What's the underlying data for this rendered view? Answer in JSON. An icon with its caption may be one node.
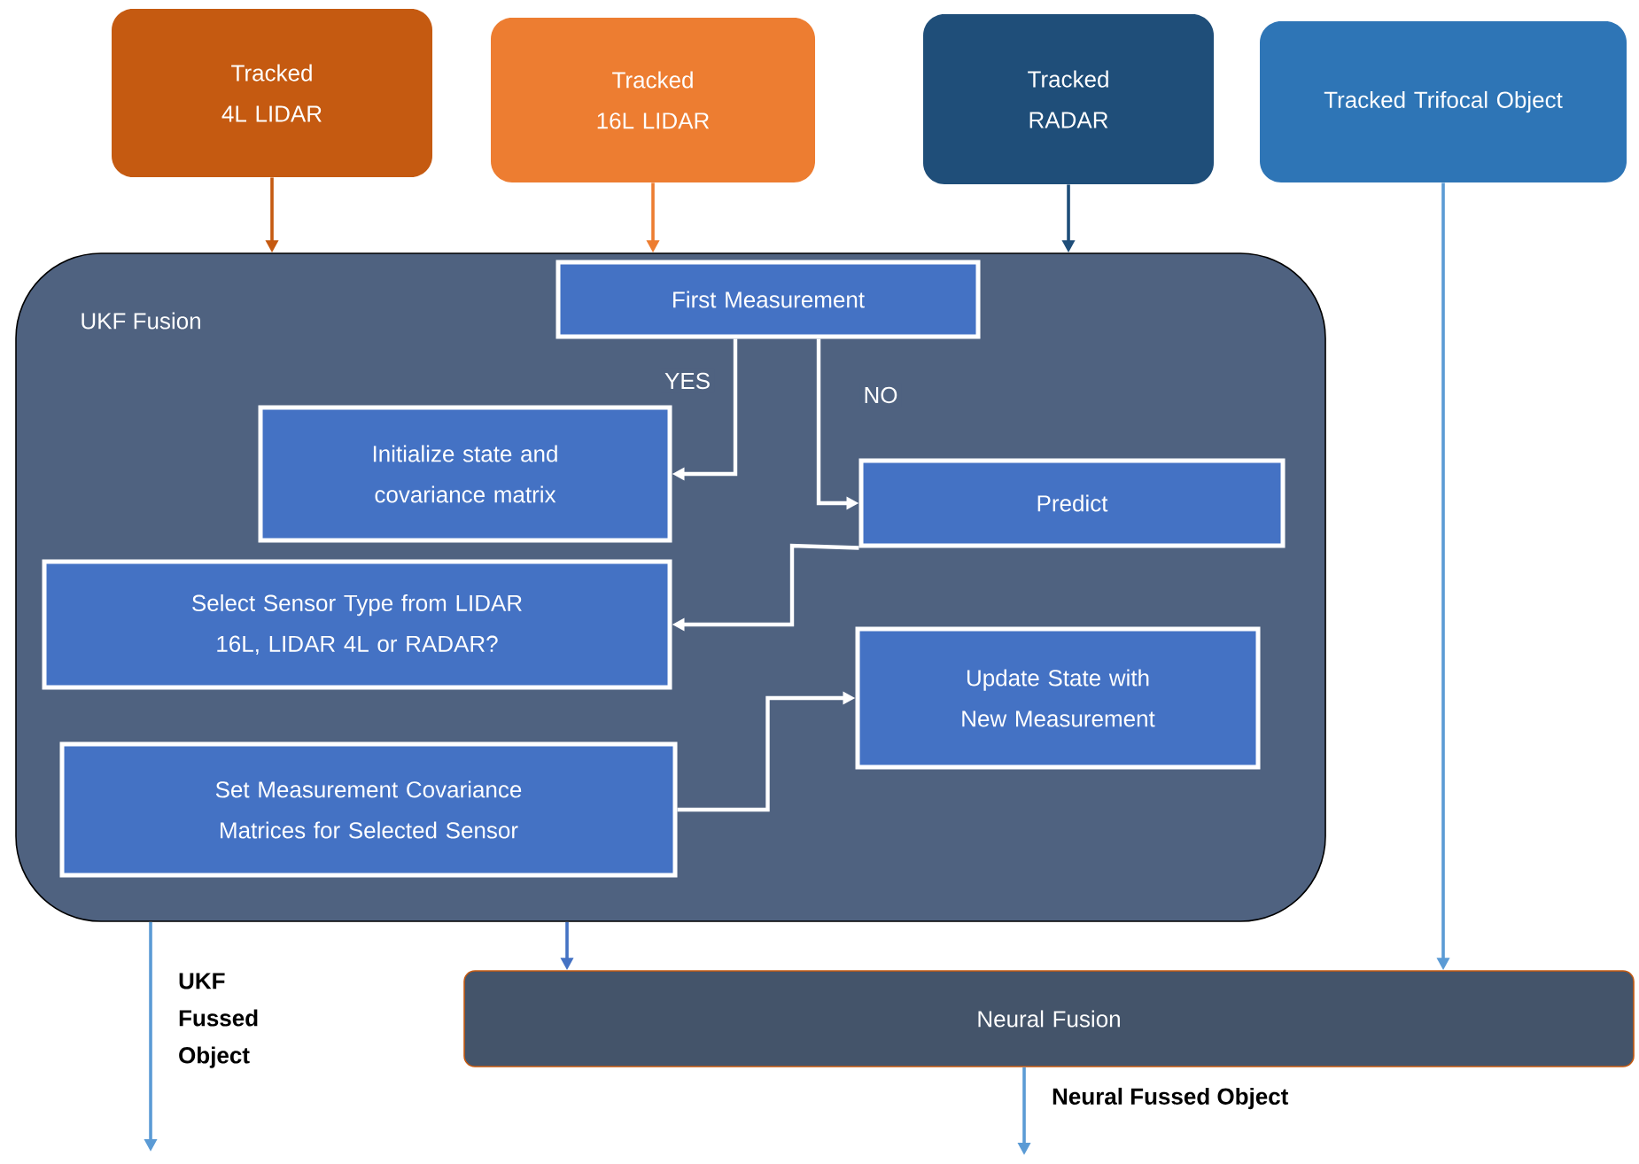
{
  "diagram": {
    "nodes": [
      {
        "text": [
          "Tracked 4L LIDAR"
        ]
      },
      {
        "text": [
          "Tracked 16L LIDAR"
        ]
      },
      {
        "text": [
          "Tracked RADAR"
        ]
      },
      {
        "text": [
          "Tracked Trifocal Object"
        ]
      },
      {
        "text": [
          "UKF Fusion"
        ]
      },
      {
        "text": [
          "First Measurement"
        ],
        "in": 4
      },
      {
        "text": [
          "Initialize state and covariance matrix"
        ],
        "in": 4
      },
      {
        "text": [
          "Predict"
        ],
        "in": 4
      },
      {
        "text": [
          "Select Sensor Type from LIDAR 16L, LIDAR 4L or RADAR?"
        ],
        "in": 4
      },
      {
        "text": [
          "Update State with New Measurement"
        ],
        "in": 4
      },
      {
        "text": [
          "Set Measurement Covariance Matrices for Selected Sensor"
        ],
        "in": 4
      },
      {
        "text": [
          "Neural Fusion"
        ]
      }
    ],
    "edges": [
      {
        "from": 0,
        "to": 4,
        "arrow": "to",
        "color": "#c55a11"
      },
      {
        "from": 1,
        "to": 4,
        "arrow": "to",
        "color": "#ed7d31"
      },
      {
        "from": 2,
        "to": 4,
        "arrow": "to",
        "color": "#1f4e79"
      },
      {
        "from": 3,
        "to": 11,
        "arrow": "to",
        "color": "#5b9bd5"
      },
      {
        "from": 5,
        "to": 6,
        "arrow": "to",
        "label": "YES"
      },
      {
        "from": 5,
        "to": 7,
        "arrow": "to",
        "label": "NO"
      },
      {
        "from": 7,
        "to": 8,
        "arrow": "to"
      },
      {
        "from": 10,
        "to": 9,
        "arrow": "to"
      },
      {
        "from": 4,
        "to": 11,
        "arrow": "to",
        "color": "#4472c4"
      },
      {
        "from": 4,
        "to": null,
        "arrow": "to",
        "label": "UKF Fussed Object",
        "color": "#5b9bd5"
      },
      {
        "from": 11,
        "to": null,
        "arrow": "to",
        "label": "Neural Fussed Object",
        "color": "#5b9bd5"
      }
    ]
  }
}
